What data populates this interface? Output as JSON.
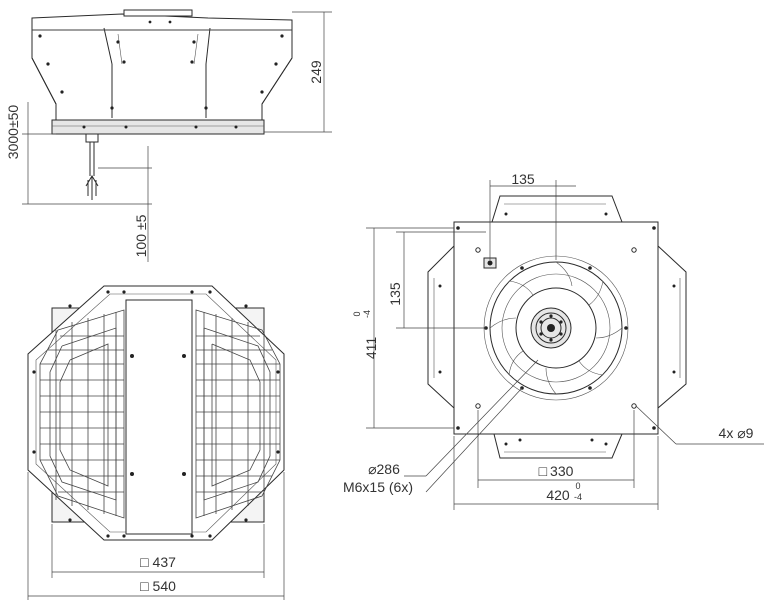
{
  "dims": {
    "side_height": "249",
    "mount_height": "3000±50",
    "cable_length": "100 ±5",
    "bottom_inner": "437",
    "bottom_outer": "540",
    "hole_offset_x": "135",
    "hole_offset_y": "135",
    "front_height_main": "411",
    "front_height_tol_upper": "0",
    "front_height_tol_lower": "-4",
    "holes_label": "4x ⌀9",
    "circle_label": "⌀286",
    "screw_label": "M6x15 (6x)",
    "front_inner": "330",
    "front_outer_main": "420",
    "front_outer_tol_upper": "0",
    "front_outer_tol_lower": "-4"
  },
  "symbols": {
    "square": "□"
  }
}
